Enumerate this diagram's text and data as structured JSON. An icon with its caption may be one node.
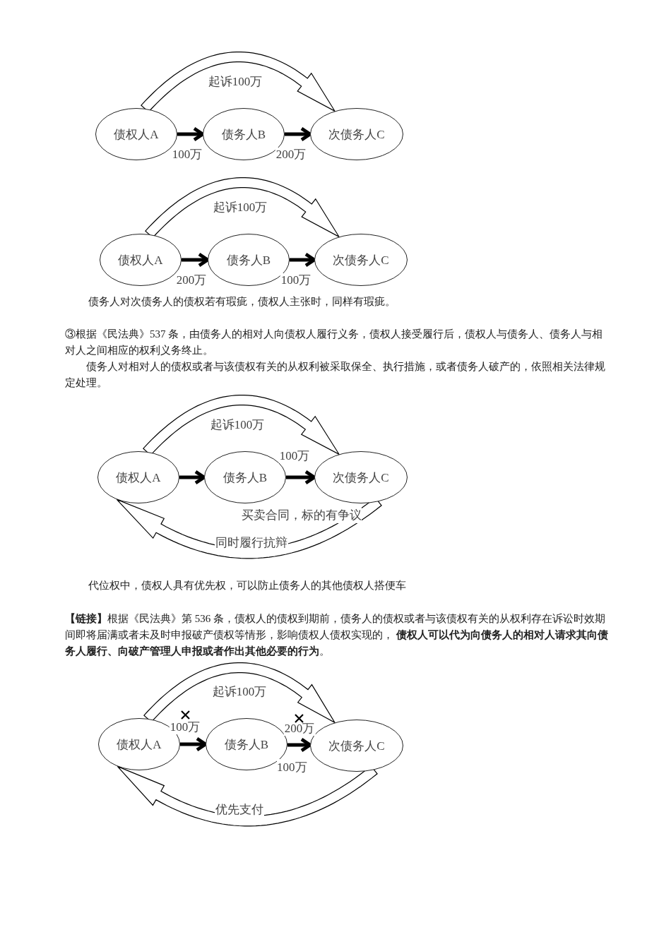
{
  "diagram": {
    "nodes": [
      {
        "text": [
          "债权人A"
        ]
      },
      {
        "text": [
          "债务人B"
        ]
      },
      {
        "text": [
          "次债务人C"
        ]
      },
      {
        "text": [
          "债权人A"
        ]
      },
      {
        "text": [
          "债务人B"
        ]
      },
      {
        "text": [
          "次债务人C"
        ]
      },
      {
        "text": [
          "债权人A"
        ]
      },
      {
        "text": [
          "债务人B"
        ]
      },
      {
        "text": [
          "次债务人C"
        ]
      },
      {
        "text": [
          "债权人A"
        ]
      },
      {
        "text": [
          "债务人B"
        ]
      },
      {
        "text": [
          "次债务人C"
        ]
      }
    ],
    "edges": [
      {
        "from": 0,
        "to": 2,
        "arrow": "to",
        "label": "起诉100万",
        "style": "thick"
      },
      {
        "from": 0,
        "to": 1,
        "arrow": "to",
        "label": "100万"
      },
      {
        "from": 1,
        "to": 2,
        "arrow": "to",
        "label": "200万"
      },
      {
        "from": 3,
        "to": 5,
        "arrow": "to",
        "label": "起诉100万",
        "style": "thick"
      },
      {
        "from": 3,
        "to": 4,
        "arrow": "to",
        "label": "200万"
      },
      {
        "from": 4,
        "to": 5,
        "arrow": "to",
        "label": "100万"
      },
      {
        "from": 6,
        "to": 8,
        "arrow": "to",
        "label": "起诉100万",
        "style": "thick"
      },
      {
        "from": 6,
        "to": 7,
        "arrow": "to"
      },
      {
        "from": 7,
        "to": 8,
        "arrow": "to",
        "label": "100万"
      },
      {
        "from": 8,
        "to": 6,
        "arrow": "to",
        "label": "同时履行抗辩",
        "style": "thick"
      },
      {
        "from": 9,
        "to": 11,
        "arrow": "to",
        "label": "起诉100万",
        "style": "thick"
      },
      {
        "from": 9,
        "to": 10,
        "arrow": "to",
        "label": "100万"
      },
      {
        "from": 10,
        "to": 11,
        "arrow": "to",
        "label": "200万"
      },
      {
        "from": 11,
        "to": 9,
        "arrow": "to",
        "label": "优先支付",
        "style": "thick"
      }
    ],
    "labels": [
      "债务人对次债务人的债权若有瑕疵，债权人主张时，同样有瑕疵。",
      "③根据《民法典》537 条，由债务人的相对人向债权人履行义务，债权人接受履行后，债权人与债务人、债务人与相对人之间相应的权利义务终止。",
      "债务人对相对人的债权或者与该债权有关的从权利被采取保全、执行措施，或者债务人破产的，依照相关法律规定处理。",
      "买卖合同，标的有争议",
      "代位权中，债权人具有优先权，可以防止债务人的其他债权人搭便车",
      "**【链接】**根据《民法典》第 536 条，债权人的债权到期前，债务人的债权或者与该债权有关的从权利存在诉讼时效期间即将届满或者未及时申报破产债权等情形，影响债权人债权实现的， **债权人可以代为向债务人的相对人请求其向债务人履行、向破产管理人申报或者作出其他必要的行为**。",
      "100万"
    ]
  }
}
